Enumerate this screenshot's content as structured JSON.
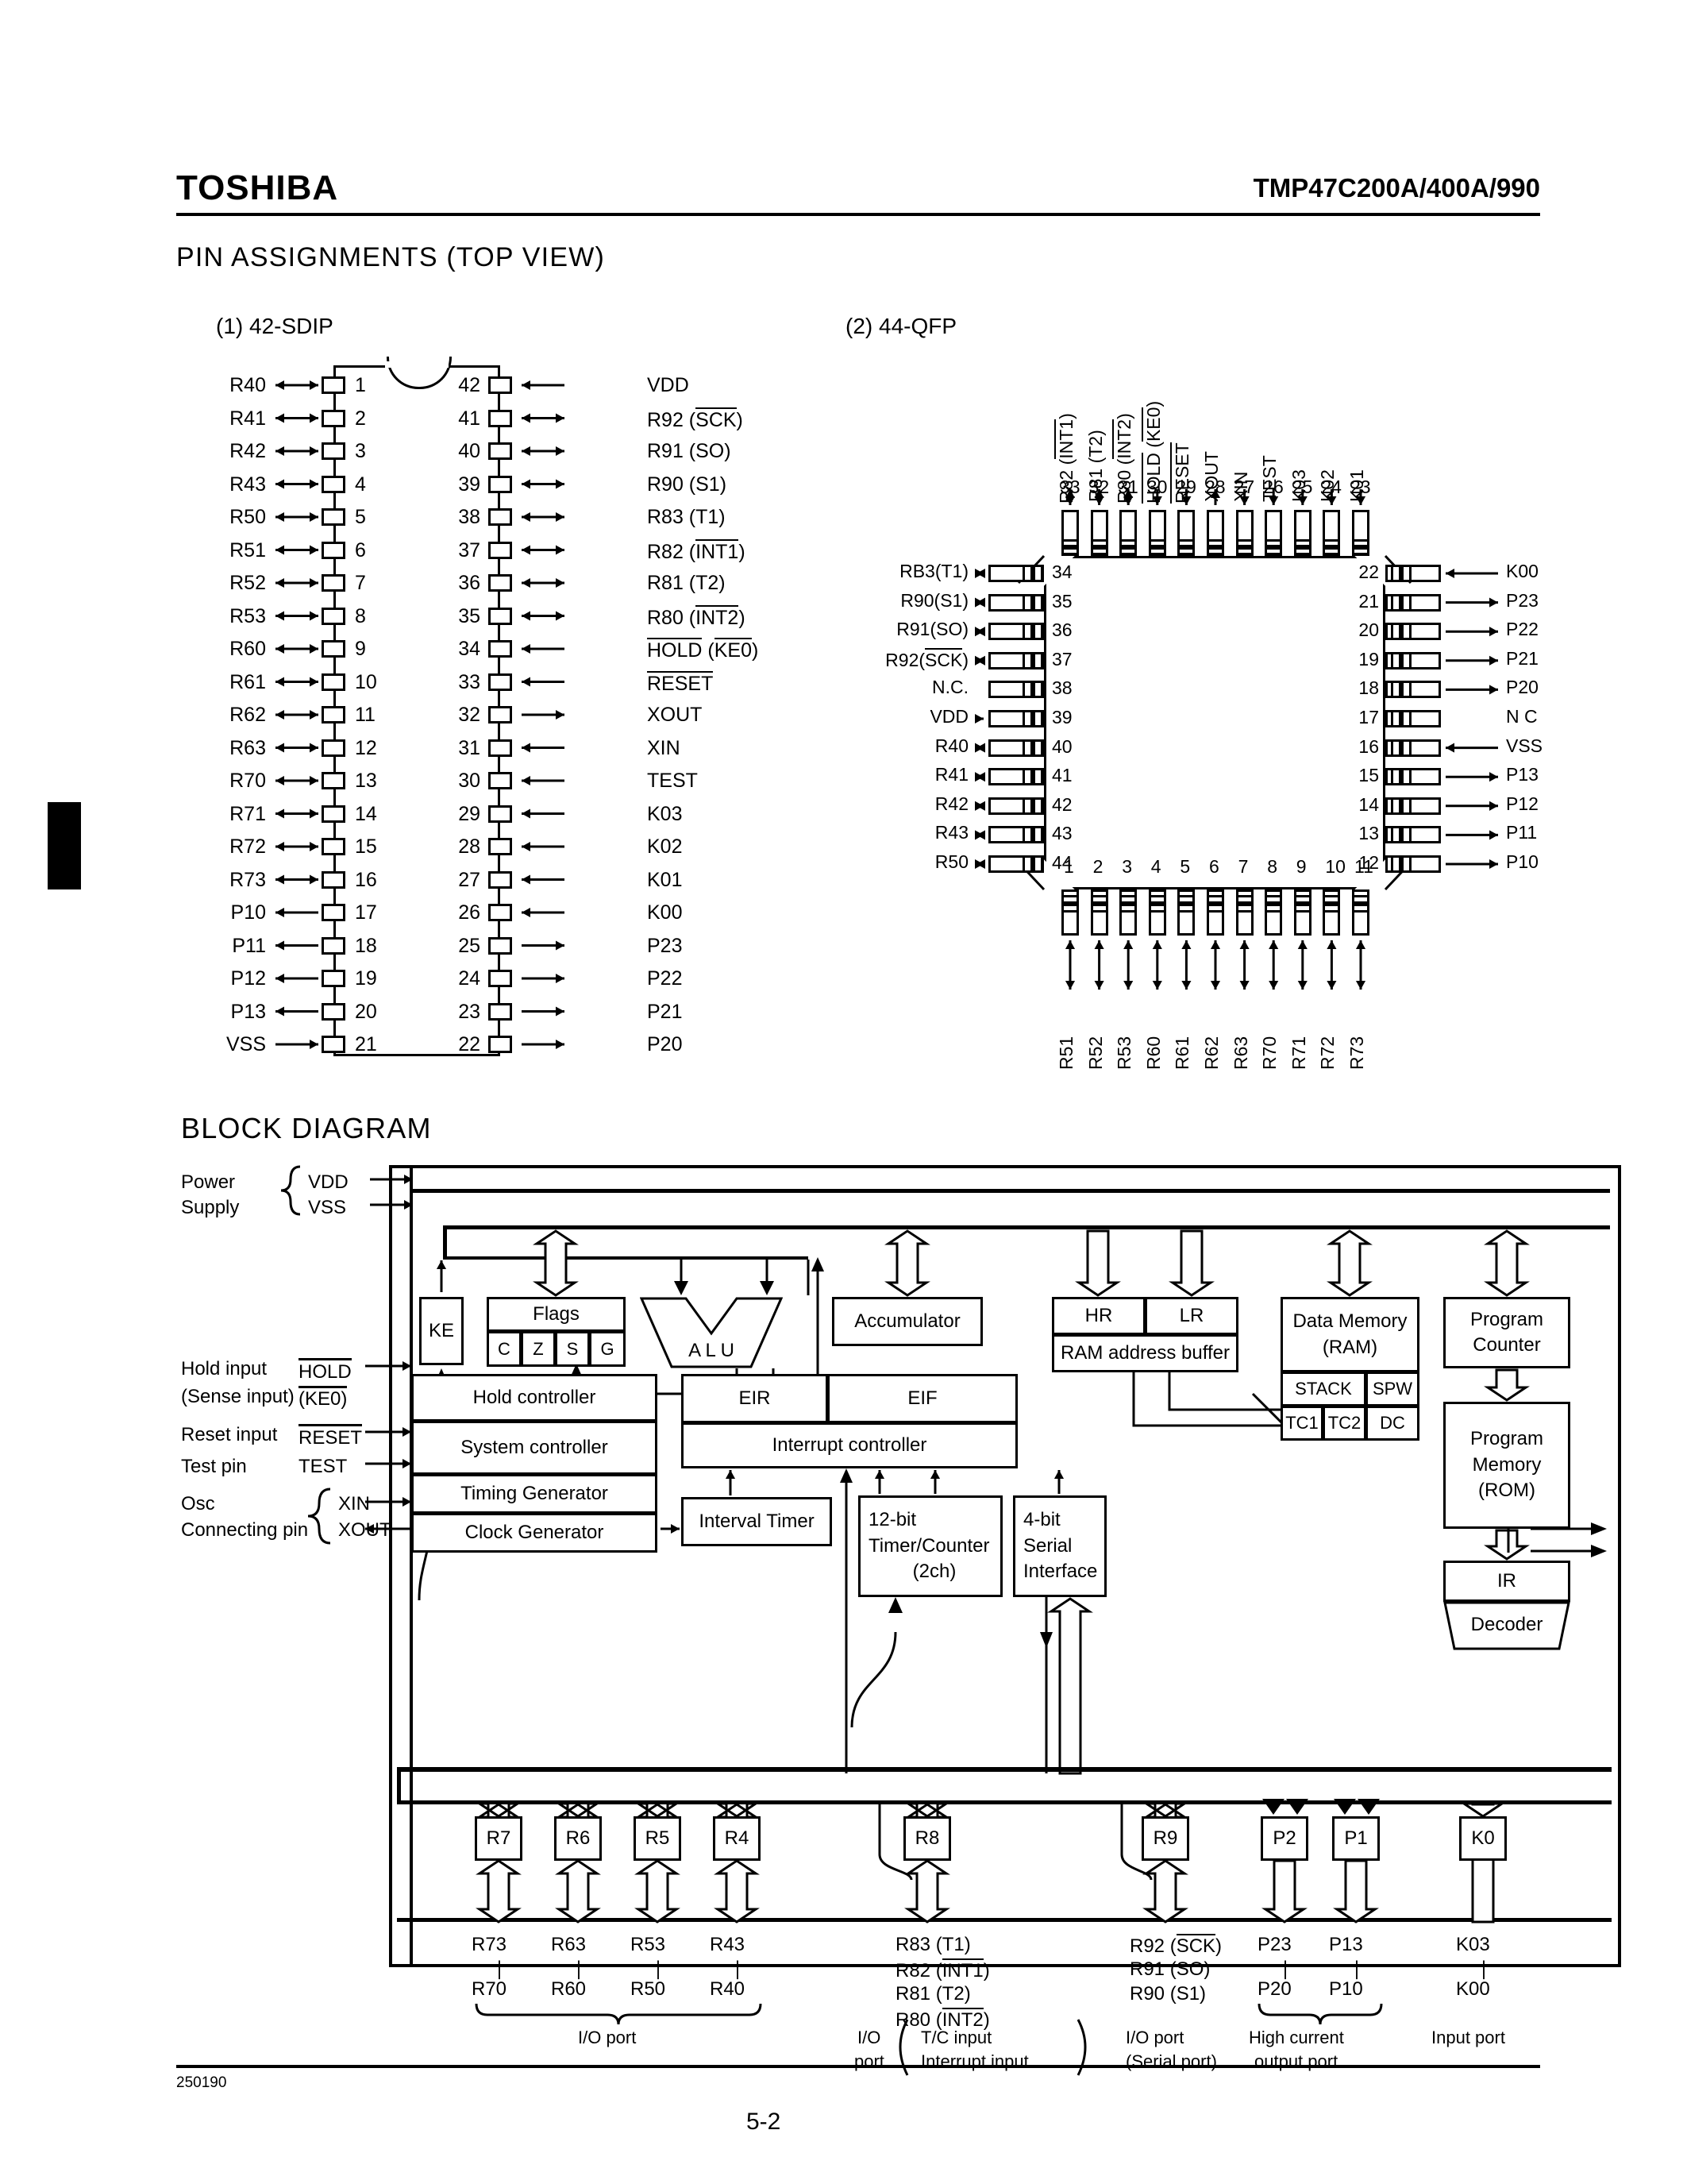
{
  "header": {
    "brand": "TOSHIBA",
    "part_number": "TMP47C200A/400A/990"
  },
  "sections": {
    "pin_assignments_title": "PIN ASSIGNMENTS (TOP VIEW)",
    "sdip_subtitle": "(1) 42-SDIP",
    "qfp_subtitle": "(2) 44-QFP",
    "block_diagram_title": "BLOCK DIAGRAM"
  },
  "sdip": {
    "left_pins": [
      {
        "num": "1",
        "label": "R40",
        "dir": "bidir"
      },
      {
        "num": "2",
        "label": "R41",
        "dir": "bidir"
      },
      {
        "num": "3",
        "label": "R42",
        "dir": "bidir"
      },
      {
        "num": "4",
        "label": "R43",
        "dir": "bidir"
      },
      {
        "num": "5",
        "label": "R50",
        "dir": "bidir"
      },
      {
        "num": "6",
        "label": "R51",
        "dir": "bidir"
      },
      {
        "num": "7",
        "label": "R52",
        "dir": "bidir"
      },
      {
        "num": "8",
        "label": "R53",
        "dir": "bidir"
      },
      {
        "num": "9",
        "label": "R60",
        "dir": "bidir"
      },
      {
        "num": "10",
        "label": "R61",
        "dir": "bidir"
      },
      {
        "num": "11",
        "label": "R62",
        "dir": "bidir"
      },
      {
        "num": "12",
        "label": "R63",
        "dir": "bidir"
      },
      {
        "num": "13",
        "label": "R70",
        "dir": "bidir"
      },
      {
        "num": "14",
        "label": "R71",
        "dir": "bidir"
      },
      {
        "num": "15",
        "label": "R72",
        "dir": "bidir"
      },
      {
        "num": "16",
        "label": "R73",
        "dir": "bidir"
      },
      {
        "num": "17",
        "label": "P10",
        "dir": "out"
      },
      {
        "num": "18",
        "label": "P11",
        "dir": "out"
      },
      {
        "num": "19",
        "label": "P12",
        "dir": "out"
      },
      {
        "num": "20",
        "label": "P13",
        "dir": "out"
      },
      {
        "num": "21",
        "label": "VSS",
        "dir": "in"
      }
    ],
    "right_pins": [
      {
        "num": "42",
        "label": "VDD",
        "dir": "in",
        "ovl": ""
      },
      {
        "num": "41",
        "label": "R92 (SCK)",
        "dir": "bidir",
        "ovl": "SCK"
      },
      {
        "num": "40",
        "label": "R91 (SO)",
        "dir": "bidir",
        "ovl": ""
      },
      {
        "num": "39",
        "label": "R90 (S1)",
        "dir": "bidir",
        "ovl": ""
      },
      {
        "num": "38",
        "label": "R83 (T1)",
        "dir": "bidir",
        "ovl": ""
      },
      {
        "num": "37",
        "label": "R82 (INT1)",
        "dir": "bidir",
        "ovl": "INT1"
      },
      {
        "num": "36",
        "label": "R81 (T2)",
        "dir": "bidir",
        "ovl": ""
      },
      {
        "num": "35",
        "label": "R80 (INT2)",
        "dir": "bidir",
        "ovl": "INT2"
      },
      {
        "num": "34",
        "label": "HOLD (KE0)",
        "dir": "in",
        "ovl": "HOLD KE0"
      },
      {
        "num": "33",
        "label": "RESET",
        "dir": "in",
        "ovl": "RESET"
      },
      {
        "num": "32",
        "label": "XOUT",
        "dir": "out",
        "ovl": ""
      },
      {
        "num": "31",
        "label": "XIN",
        "dir": "in",
        "ovl": ""
      },
      {
        "num": "30",
        "label": "TEST",
        "dir": "in",
        "ovl": ""
      },
      {
        "num": "29",
        "label": "K03",
        "dir": "in",
        "ovl": ""
      },
      {
        "num": "28",
        "label": "K02",
        "dir": "in",
        "ovl": ""
      },
      {
        "num": "27",
        "label": "K01",
        "dir": "in",
        "ovl": ""
      },
      {
        "num": "26",
        "label": "K00",
        "dir": "in",
        "ovl": ""
      },
      {
        "num": "25",
        "label": "P23",
        "dir": "out",
        "ovl": ""
      },
      {
        "num": "24",
        "label": "P22",
        "dir": "out",
        "ovl": ""
      },
      {
        "num": "23",
        "label": "P21",
        "dir": "out",
        "ovl": ""
      },
      {
        "num": "22",
        "label": "P20",
        "dir": "out",
        "ovl": ""
      }
    ]
  },
  "qfp": {
    "top_pins": [
      {
        "num": "33",
        "label": "R82 (INT1)",
        "dir": "bidir"
      },
      {
        "num": "32",
        "label": "R81 (T2)",
        "dir": "bidir"
      },
      {
        "num": "31",
        "label": "R80 (INT2)",
        "dir": "bidir"
      },
      {
        "num": "30",
        "label": "HOLD (KE0)",
        "dir": "in"
      },
      {
        "num": "29",
        "label": "RESET",
        "dir": "in"
      },
      {
        "num": "28",
        "label": "XOUT",
        "dir": "out"
      },
      {
        "num": "27",
        "label": "XIN",
        "dir": "in"
      },
      {
        "num": "26",
        "label": "TEST",
        "dir": "in"
      },
      {
        "num": "25",
        "label": "K03",
        "dir": "in"
      },
      {
        "num": "24",
        "label": "K02",
        "dir": "in"
      },
      {
        "num": "23",
        "label": "K01",
        "dir": "in"
      }
    ],
    "left_pins": [
      {
        "num": "34",
        "label": "RB3(T1)",
        "dir": "bidir"
      },
      {
        "num": "35",
        "label": "R90(S1)",
        "dir": "bidir"
      },
      {
        "num": "36",
        "label": "R91(SO)",
        "dir": "bidir"
      },
      {
        "num": "37",
        "label": "R92(SCK)",
        "dir": "bidir"
      },
      {
        "num": "38",
        "label": "N.C.",
        "dir": "none"
      },
      {
        "num": "39",
        "label": "VDD",
        "dir": "out"
      },
      {
        "num": "40",
        "label": "R40",
        "dir": "bidir"
      },
      {
        "num": "41",
        "label": "R41",
        "dir": "bidir"
      },
      {
        "num": "42",
        "label": "R42",
        "dir": "bidir"
      },
      {
        "num": "43",
        "label": "R43",
        "dir": "bidir"
      },
      {
        "num": "44",
        "label": "R50",
        "dir": "bidir"
      }
    ],
    "right_pins": [
      {
        "num": "22",
        "label": "K00",
        "dir": "in"
      },
      {
        "num": "21",
        "label": "P23",
        "dir": "out"
      },
      {
        "num": "20",
        "label": "P22",
        "dir": "out"
      },
      {
        "num": "19",
        "label": "P21",
        "dir": "out"
      },
      {
        "num": "18",
        "label": "P20",
        "dir": "out"
      },
      {
        "num": "17",
        "label": "N C",
        "dir": "none"
      },
      {
        "num": "16",
        "label": "VSS",
        "dir": "in"
      },
      {
        "num": "15",
        "label": "P13",
        "dir": "out"
      },
      {
        "num": "14",
        "label": "P12",
        "dir": "out"
      },
      {
        "num": "13",
        "label": "P11",
        "dir": "out"
      },
      {
        "num": "12",
        "label": "P10",
        "dir": "out"
      }
    ],
    "bottom_pins": [
      {
        "num": "1",
        "label": "R51",
        "dir": "bidir"
      },
      {
        "num": "2",
        "label": "R52",
        "dir": "bidir"
      },
      {
        "num": "3",
        "label": "R53",
        "dir": "bidir"
      },
      {
        "num": "4",
        "label": "R60",
        "dir": "bidir"
      },
      {
        "num": "5",
        "label": "R61",
        "dir": "bidir"
      },
      {
        "num": "6",
        "label": "R62",
        "dir": "bidir"
      },
      {
        "num": "7",
        "label": "R63",
        "dir": "bidir"
      },
      {
        "num": "8",
        "label": "R70",
        "dir": "bidir"
      },
      {
        "num": "9",
        "label": "R71",
        "dir": "bidir"
      },
      {
        "num": "10",
        "label": "R72",
        "dir": "bidir"
      },
      {
        "num": "11",
        "label": "R73",
        "dir": "bidir"
      }
    ]
  },
  "block_diagram": {
    "left_labels": {
      "power_l1": "Power",
      "power_l2": "Supply",
      "vdd": "VDD",
      "vss": "VSS",
      "hold_input": "Hold input",
      "sense_input": "(Sense input)",
      "hold_sig": "HOLD",
      "ke0_sig": "(KE0)",
      "reset_input": "Reset input",
      "reset_sig": "RESET",
      "test_pin": "Test pin",
      "test_sig": "TEST",
      "osc_l1": "Osc",
      "osc_l2": "Connecting pin",
      "xin": "XIN",
      "xout": "XOUT"
    },
    "blocks": {
      "ke": "KE",
      "flags": "Flags",
      "flag_c": "C",
      "flag_z": "Z",
      "flag_s": "S",
      "flag_g": "G",
      "alu": "A L U",
      "accumulator": "Accumulator",
      "hr": "HR",
      "lr": "LR",
      "ram_addr_buffer": "RAM address buffer",
      "data_memory": "Data Memory\n(RAM)",
      "data_memory_l1": "Data Memory",
      "data_memory_l2": "(RAM)",
      "stack": "STACK",
      "spw": "SPW",
      "tc1": "TC1",
      "tc2": "TC2",
      "dc": "DC",
      "program_counter_l1": "Program",
      "program_counter_l2": "Counter",
      "program_memory_l1": "Program",
      "program_memory_l2": "Memory",
      "program_memory_l3": "(ROM)",
      "ir": "IR",
      "decoder": "Decoder",
      "hold_controller": "Hold controller",
      "system_controller": "System controller",
      "timing_generator": "Timing Generator",
      "clock_generator": "Clock Generator",
      "eir": "EIR",
      "eif": "EIF",
      "interrupt_controller": "Interrupt controller",
      "interval_timer": "Interval Timer",
      "timer_counter_l1": "12-bit",
      "timer_counter_l2": "Timer/Counter",
      "timer_counter_l3": "(2ch)",
      "serial_l1": "4-bit",
      "serial_l2": "Serial",
      "serial_l3": "Interface"
    },
    "ports": [
      {
        "name": "R7",
        "pin_top": "R73",
        "pin_bot": "R70"
      },
      {
        "name": "R6",
        "pin_top": "R63",
        "pin_bot": "R60"
      },
      {
        "name": "R5",
        "pin_top": "R53",
        "pin_bot": "R50"
      },
      {
        "name": "R4",
        "pin_top": "R43",
        "pin_bot": "R40"
      },
      {
        "name": "R8",
        "pin_top": "",
        "pin_bot": ""
      },
      {
        "name": "R9",
        "pin_top": "",
        "pin_bot": ""
      },
      {
        "name": "P2",
        "pin_top": "P23",
        "pin_bot": "P20"
      },
      {
        "name": "P1",
        "pin_top": "P13",
        "pin_bot": "P10"
      },
      {
        "name": "K0",
        "pin_top": "K03",
        "pin_bot": "K00"
      }
    ],
    "r8_pins": [
      "R83 (T1)",
      "R82 (INT1)",
      "R81 (T2)",
      "R80 (INT2)"
    ],
    "r9_pins": [
      "R92 (SCK)",
      "R91 (SO)",
      "R90 (S1)"
    ],
    "captions": {
      "io_port": "I/O port",
      "io_port_2l_a": "I/O",
      "io_port_2l_b": "port",
      "tc_input": "T/C input",
      "interrupt_input": "Interrupt input",
      "io_serial_l1": "I/O port",
      "io_serial_l2": "(Serial port)",
      "high_current_l1": "High current",
      "high_current_l2": "output port",
      "input_port": "Input port"
    }
  },
  "footer": {
    "code": "250190",
    "page": "5-2"
  }
}
